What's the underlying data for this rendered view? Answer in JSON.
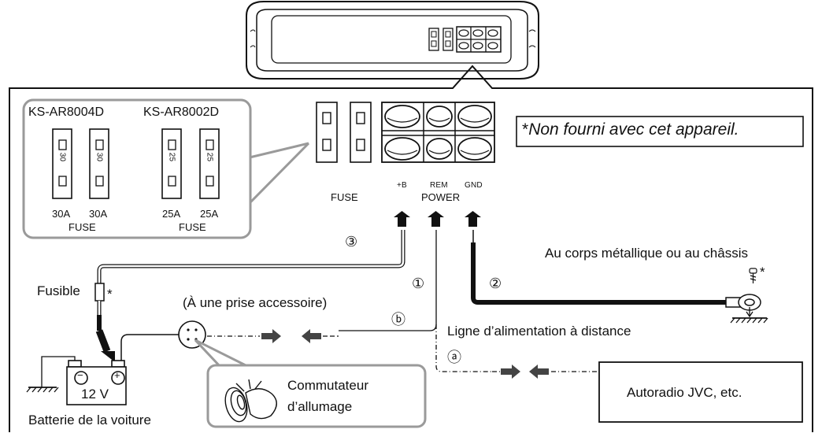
{
  "models": {
    "left": "KS-AR8004D",
    "right": "KS-AR8002D"
  },
  "inset_fuses": {
    "left": [
      "30",
      "30"
    ],
    "right": [
      "25",
      "25"
    ],
    "left_ratings": [
      "30A",
      "30A"
    ],
    "right_ratings": [
      "25A",
      "25A"
    ],
    "fuse_label_left": "FUSE",
    "fuse_label_right": "FUSE"
  },
  "terminals": {
    "fuse": "FUSE",
    "b_plus": "+B",
    "rem": "REM",
    "power": "POWER",
    "gnd": "GND"
  },
  "note": {
    "star": "*",
    "text": "Non fourni avec cet appareil."
  },
  "wires": {
    "num1": "①",
    "num2": "②",
    "num3": "③",
    "letter_a": "ⓐ",
    "letter_b": "ⓑ"
  },
  "labels": {
    "chassis": "Au corps métallique ou au châssis",
    "screw_star": "*",
    "fuse_inline": "Fusible",
    "fuse_star": "*",
    "accessory": "(À une prise accessoire)",
    "remote_line": "Ligne d’alimentation à distance",
    "battery_voltage": "12 V",
    "battery_caption": "Batterie de la voiture",
    "ignition_line1": "Commutateur",
    "ignition_line2": "d’allumage",
    "radio": "Autoradio JVC, etc.",
    "battery_minus": "−",
    "battery_plus": "+"
  },
  "colors": {
    "line": "#111111",
    "callout": "#9a9a9a",
    "arrow": "#222222"
  },
  "icons": [
    "fuse-icon",
    "terminal-block-icon",
    "arrow-up-icon",
    "arrow-left-icon",
    "arrow-right-icon",
    "ground-icon",
    "screw-icon",
    "battery-icon",
    "ignition-switch-icon",
    "key-icon",
    "ring-terminal-icon"
  ]
}
